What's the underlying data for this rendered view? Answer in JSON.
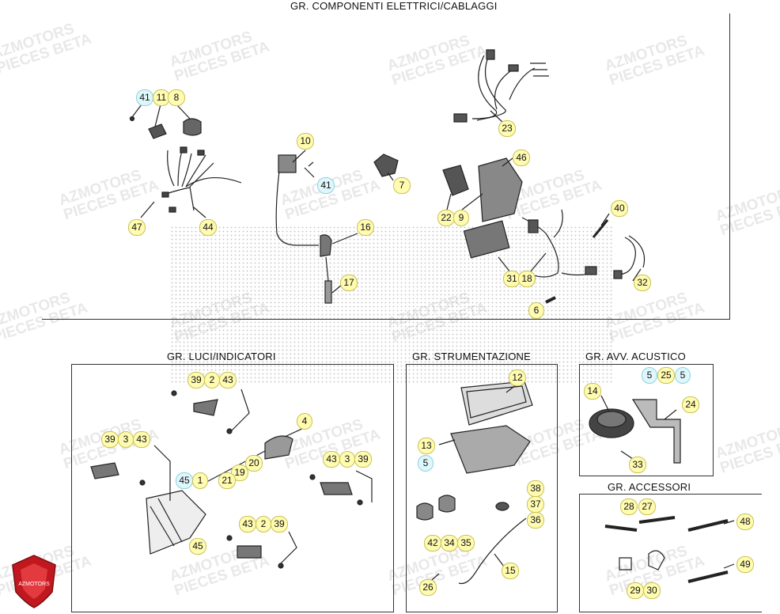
{
  "sections": {
    "electrical": "GR. COMPONENTI ELETTRICI/CABLAGGI",
    "lights": "GR. LUCI/INDICATORI",
    "instruments": "GR. STRUMENTAZIONE",
    "horn": "GR. AVV. ACUSTICO",
    "accessories": "GR. ACCESSORI"
  },
  "watermark": {
    "line1": "AZMOTORS",
    "line2": "PIECES BETA"
  },
  "labels": {
    "electrical": [
      "41",
      "11",
      "8",
      "10",
      "41",
      "7",
      "47",
      "44",
      "16",
      "17",
      "23",
      "46",
      "22",
      "9",
      "40",
      "31",
      "18",
      "32",
      "6"
    ],
    "lights": [
      "39",
      "2",
      "43",
      "39",
      "3",
      "43",
      "4",
      "43",
      "3",
      "39",
      "20",
      "19",
      "45",
      "1",
      "21",
      "43",
      "2",
      "39",
      "45"
    ],
    "instruments": [
      "12",
      "13",
      "5",
      "38",
      "37",
      "36",
      "42",
      "34",
      "35",
      "15",
      "26"
    ],
    "horn": [
      "5",
      "25",
      "5",
      "14",
      "24",
      "33"
    ],
    "accessories": [
      "28",
      "27",
      "48",
      "49",
      "29",
      "30"
    ]
  }
}
